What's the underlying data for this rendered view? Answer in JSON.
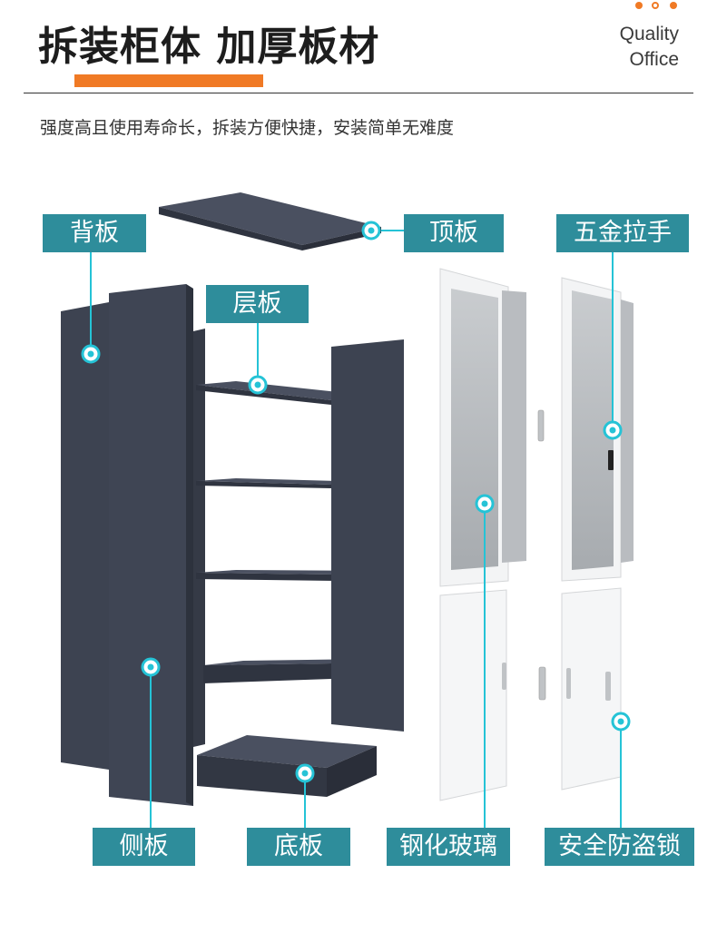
{
  "header": {
    "title": "拆装柜体 加厚板材",
    "brand_line1": "Quality",
    "brand_line2": "Office",
    "subtitle": "强度高且使用寿命长，拆装方便快捷，安装简单无难度"
  },
  "labels": {
    "back_panel": "背板",
    "top_panel": "顶板",
    "hardware_handle": "五金拉手",
    "shelf": "层板",
    "side_panel": "侧板",
    "bottom_panel": "底板",
    "tempered_glass": "钢化玻璃",
    "security_lock": "安全防盗锁"
  },
  "colors": {
    "accent": "#f07a25",
    "label_bg": "#2e8d9b",
    "panel": "#3d4351",
    "callout": "#25c3d6"
  }
}
